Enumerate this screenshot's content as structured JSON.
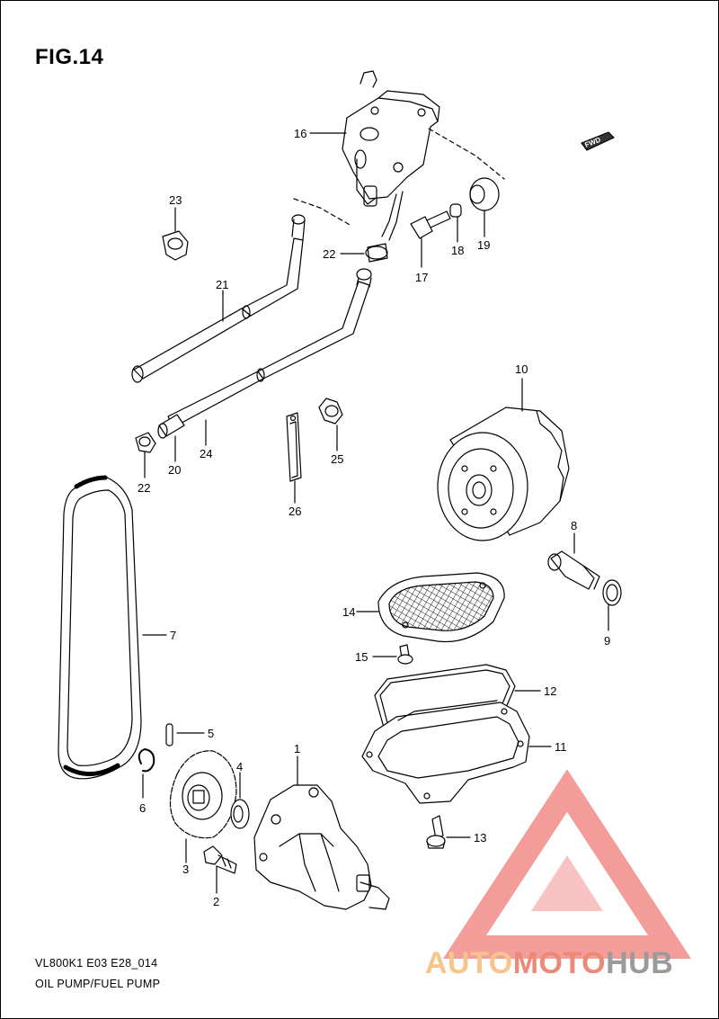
{
  "figure": {
    "title": "FIG.14",
    "code": "VL800K1 E03 E28_014",
    "name": "OIL PUMP/FUEL PUMP",
    "direction_marker": "FWD"
  },
  "callouts": [
    {
      "id": "c1",
      "label": "1"
    },
    {
      "id": "c2",
      "label": "2"
    },
    {
      "id": "c3",
      "label": "3"
    },
    {
      "id": "c4",
      "label": "4"
    },
    {
      "id": "c5",
      "label": "5"
    },
    {
      "id": "c6",
      "label": "6"
    },
    {
      "id": "c7",
      "label": "7"
    },
    {
      "id": "c8",
      "label": "8"
    },
    {
      "id": "c9",
      "label": "9"
    },
    {
      "id": "c10",
      "label": "10"
    },
    {
      "id": "c11",
      "label": "11"
    },
    {
      "id": "c12",
      "label": "12"
    },
    {
      "id": "c13",
      "label": "13"
    },
    {
      "id": "c14",
      "label": "14"
    },
    {
      "id": "c15",
      "label": "15"
    },
    {
      "id": "c16",
      "label": "16"
    },
    {
      "id": "c17",
      "label": "17"
    },
    {
      "id": "c18",
      "label": "18"
    },
    {
      "id": "c19",
      "label": "19"
    },
    {
      "id": "c20",
      "label": "20"
    },
    {
      "id": "c21",
      "label": "21"
    },
    {
      "id": "c22a",
      "label": "22"
    },
    {
      "id": "c22b",
      "label": "22"
    },
    {
      "id": "c23",
      "label": "23"
    },
    {
      "id": "c24",
      "label": "24"
    },
    {
      "id": "c25",
      "label": "25"
    },
    {
      "id": "c26",
      "label": "26"
    }
  ],
  "watermark": {
    "part1": "AUTO",
    "part2": "MOTO",
    "part3": "HUB",
    "colors": {
      "auto": "#f5c58d",
      "moto": "#ec8a7a",
      "hub": "#9b9b9b",
      "triangle": "#f07c78"
    }
  }
}
